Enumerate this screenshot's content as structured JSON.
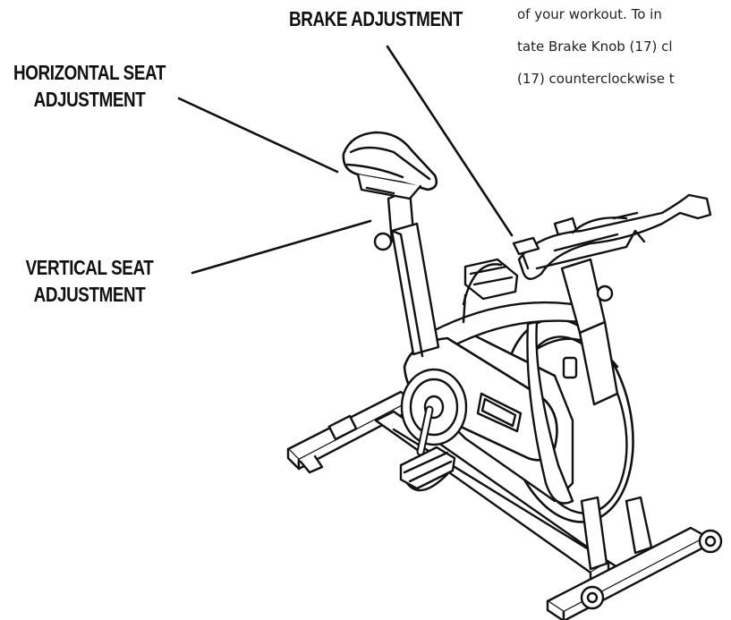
{
  "callouts": {
    "brake": [
      "BRAKE ADJUSTMENT"
    ],
    "horizontal_seat": [
      "HORIZONTAL SEAT",
      "ADJUSTMENT"
    ],
    "vertical_seat": [
      "VERTICAL SEAT",
      "ADJUSTMENT"
    ]
  },
  "body_text": {
    "line1": "of your workout. To in",
    "line2": "tate Brake Knob (17) cl",
    "line3": "(17) counterclockwise t"
  }
}
